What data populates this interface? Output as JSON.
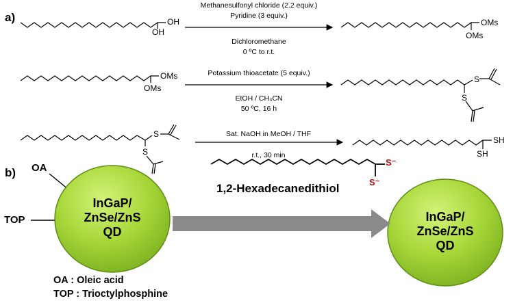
{
  "panels": {
    "a": "a)",
    "b": "b)"
  },
  "reaction1": {
    "reagent1": "Methanesulfonyl chloride (2.2 equiv.)",
    "reagent2": "Pyridine (3 equiv.)",
    "solvent": "Dichloromethane",
    "temperature": "0 ºC to r.t.",
    "start_labels": {
      "oh_end": "OH",
      "oh_branch": "OH"
    },
    "product_labels": {
      "oms_end": "OMs",
      "oms_branch": "OMs"
    }
  },
  "reaction2": {
    "reagent": "Potassium thioacetate (5 equiv.)",
    "solvent": "EtOH / CH₃CN",
    "conditions": "50 ºC, 16 h",
    "start_labels": {
      "oms_end": "OMs",
      "oms_branch": "OMs"
    },
    "product_labels": {
      "s_end": "S",
      "s_branch": "S"
    }
  },
  "reaction3": {
    "reagent": "Sat. NaOH in MeOH / THF",
    "conditions": "r.t., 30 min",
    "start_labels": {
      "s_end": "S",
      "s_branch": "S"
    },
    "product_labels": {
      "sh_end": "SH",
      "sh_branch": "SH"
    }
  },
  "panel_b": {
    "ligand_oa": "OA",
    "ligand_top": "TOP",
    "qd_before": [
      "InGaP/",
      "ZnSe/ZnS",
      "QD"
    ],
    "qd_after": [
      "InGaP/",
      "ZnSe/ZnS",
      "QD"
    ],
    "dithiol_name": "1,2-Hexadecanedithiol",
    "thiolate_end": "S⁻",
    "thiolate_branch": "S⁻",
    "legend": [
      "OA : Oleic acid",
      "TOP : Trioctylphosphine"
    ]
  },
  "colors": {
    "qd_fill": "#a8d83a",
    "qd_stroke": "#5f8c12",
    "arrow": "#808080",
    "thiolate": "#b01515"
  }
}
